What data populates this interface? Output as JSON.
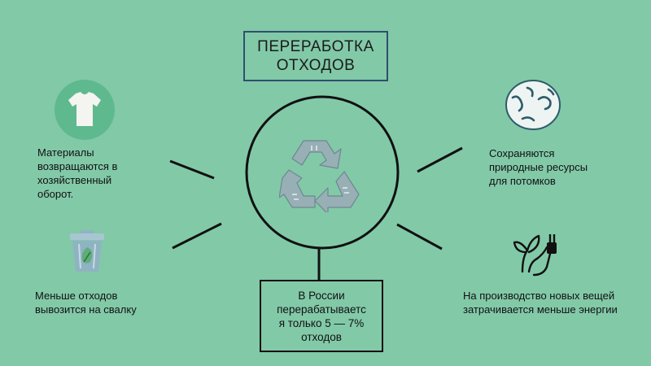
{
  "title": {
    "line1": "ПЕРЕРАБОТКА",
    "line2": "ОТХОДОВ"
  },
  "left_top": {
    "lines": [
      " Материалы",
      "возвращаются в",
      "хозяйственный",
      "оборот."
    ],
    "icon": "tshirt-icon"
  },
  "left_bottom": {
    "lines": [
      "Меньше отходов",
      "вывозится на свалку"
    ],
    "icon": "trash-bin-icon"
  },
  "right_top": {
    "lines": [
      "Сохраняются",
      "природные ресурсы",
      "для потомков"
    ],
    "icon": "globe-icon"
  },
  "right_bottom": {
    "lines": [
      "На производство новых вещей",
      "затрачивается меньше энергии"
    ],
    "icon": "plant-plug-icon"
  },
  "center": {
    "icon": "recycle-icon"
  },
  "stat": {
    "lines": [
      "В России",
      "перерабатываетс",
      "я только 5 — 7%",
      "отходов"
    ]
  },
  "colors": {
    "background": "#82c9a8",
    "icon_fill": "#5fb98f",
    "recycle": "#98afb6",
    "stroke": "#111111"
  }
}
